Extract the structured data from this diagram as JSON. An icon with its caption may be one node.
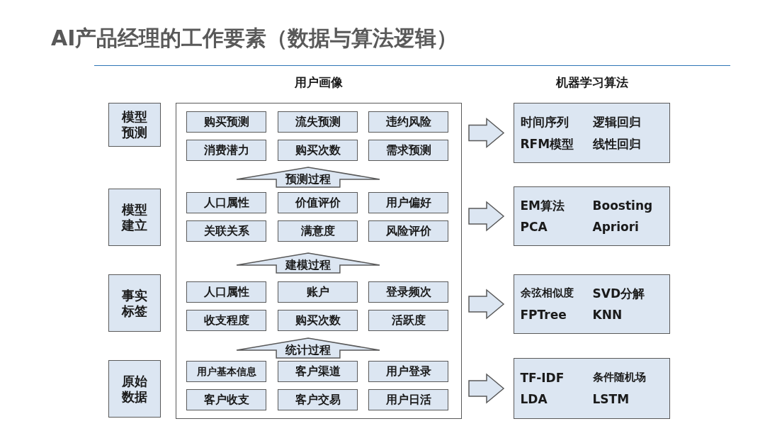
{
  "diagram": {
    "title": "AI产品经理的工作要素（数据与算法逻辑）",
    "nodes": [
      {
        "text": [
          "模型预测"
        ]
      },
      {
        "text": [
          "模型建立"
        ]
      },
      {
        "text": [
          "事实标签"
        ]
      },
      {
        "text": [
          "原始数据"
        ]
      },
      {
        "text": [
          "用户画像"
        ]
      },
      {
        "text": [
          "购买预测"
        ],
        "in": 4
      },
      {
        "text": [
          "流失预测"
        ],
        "in": 4
      },
      {
        "text": [
          "违约风险"
        ],
        "in": 4
      },
      {
        "text": [
          "消费潜力"
        ],
        "in": 4
      },
      {
        "text": [
          "购买次数"
        ],
        "in": 4
      },
      {
        "text": [
          "需求预测"
        ],
        "in": 4
      },
      {
        "text": [
          "预测过程"
        ],
        "in": 4
      },
      {
        "text": [
          "人口属性"
        ],
        "in": 4
      },
      {
        "text": [
          "价值评价"
        ],
        "in": 4
      },
      {
        "text": [
          "用户偏好"
        ],
        "in": 4
      },
      {
        "text": [
          "关联关系"
        ],
        "in": 4
      },
      {
        "text": [
          "满意度"
        ],
        "in": 4
      },
      {
        "text": [
          "风险评价"
        ],
        "in": 4
      },
      {
        "text": [
          "建模过程"
        ],
        "in": 4
      },
      {
        "text": [
          "人口属性"
        ],
        "in": 4
      },
      {
        "text": [
          "账户"
        ],
        "in": 4
      },
      {
        "text": [
          "登录频次"
        ],
        "in": 4
      },
      {
        "text": [
          "收支程度"
        ],
        "in": 4
      },
      {
        "text": [
          "购买次数"
        ],
        "in": 4
      },
      {
        "text": [
          "活跃度"
        ],
        "in": 4
      },
      {
        "text": [
          "统计过程"
        ],
        "in": 4
      },
      {
        "text": [
          "用户基本信息"
        ],
        "in": 4
      },
      {
        "text": [
          "客户渠道"
        ],
        "in": 4
      },
      {
        "text": [
          "用户登录"
        ],
        "in": 4
      },
      {
        "text": [
          "客户收支"
        ],
        "in": 4
      },
      {
        "text": [
          "客户交易"
        ],
        "in": 4
      },
      {
        "text": [
          "用户日活"
        ],
        "in": 4
      },
      {
        "text": [
          "时间序列",
          "逻辑回归",
          "RFM模型",
          "线性回归"
        ]
      },
      {
        "text": [
          "EM算法",
          "Boosting",
          "PCA",
          "Apriori"
        ]
      },
      {
        "text": [
          "余弦相似度",
          "SVD分解",
          "FPTree",
          "KNN"
        ]
      },
      {
        "text": [
          "TF-IDF",
          "条件随机场",
          "LDA",
          "LSTM"
        ]
      }
    ],
    "edges": [
      {
        "from": 4,
        "to": 32,
        "arrow": "to"
      },
      {
        "from": 4,
        "to": 33,
        "arrow": "to"
      },
      {
        "from": 4,
        "to": 34,
        "arrow": "to"
      },
      {
        "from": 4,
        "to": 35,
        "arrow": "to"
      }
    ],
    "labels": [
      "机器学习算法"
    ]
  }
}
